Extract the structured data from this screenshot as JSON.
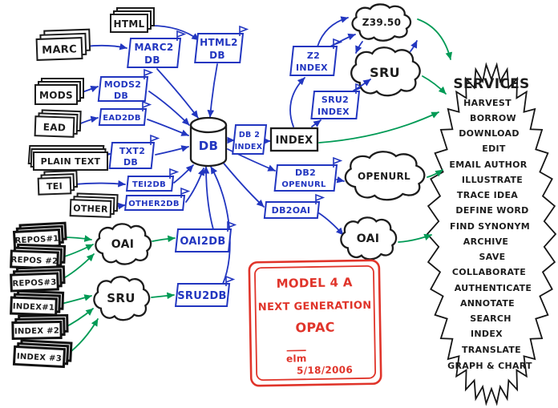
{
  "sources": {
    "html": "HTML",
    "marc": "MARC",
    "mods": "MODS",
    "ead": "EAD",
    "plain_text": "PLAIN TEXT",
    "tei": "TEI",
    "other": "OTHER",
    "repos1": "REPOS#1",
    "repos2": "REPOS #2",
    "repos3": "REPOS#3",
    "index1": "INDEX#1",
    "index2": "INDEX #2",
    "index3": "INDEX #3"
  },
  "transforms": {
    "marc2db": {
      "line1": "MARC2",
      "line2": "DB"
    },
    "html2db": {
      "line1": "HTML2",
      "line2": "DB"
    },
    "mods2db": {
      "line1": "MODS2",
      "line2": "DB"
    },
    "ead2db": {
      "line1": "EAD2DB"
    },
    "txt2db": {
      "line1": "TXT2",
      "line2": "DB"
    },
    "tei2db": {
      "line1": "TEI2DB"
    },
    "other2db": {
      "line1": "OTHER2DB"
    },
    "z2index": {
      "line1": "Z2",
      "line2": "INDEX"
    },
    "sru2index": {
      "line1": "SRU2",
      "line2": "INDEX"
    },
    "db2index": {
      "line1": "DB 2",
      "line2": "INDEX"
    },
    "db2openurl": {
      "line1": "DB2",
      "line2": "OPENURL"
    },
    "db2oai": {
      "line1": "DB2OAI"
    },
    "oai2db": {
      "line1": "OAI2DB"
    },
    "sru2db": {
      "line1": "SRU2DB"
    }
  },
  "core": {
    "db": "DB",
    "index": "INDEX"
  },
  "clouds": {
    "z3950": "Z39.50",
    "sru_right": "SRU",
    "openurl": "OPENURL",
    "oai_right": "OAI",
    "oai_left": "OAI",
    "sru_left": "SRU"
  },
  "services": {
    "title": "SERVICES",
    "items": [
      "HARVEST",
      "BORROW",
      "DOWNLOAD",
      "EDIT",
      "EMAIL AUTHOR",
      "ILLUSTRATE",
      "TRACE IDEA",
      "DEFINE WORD",
      "FIND SYNONYM",
      "ARCHIVE",
      "SAVE",
      "COLLABORATE",
      "AUTHENTICATE",
      "ANNOTATE",
      "SEARCH",
      "INDEX",
      "TRANSLATE",
      "GRAPH & CHART"
    ]
  },
  "callout": {
    "line1": "MODEL 4 A",
    "line2": "NEXT GENERATION",
    "line3": "OPAC",
    "signature": "elm",
    "date": "5/18/2006"
  },
  "colors": {
    "ink": "#1c1c1c",
    "blue": "#2236c0",
    "green": "#009a55",
    "red": "#e0342a"
  }
}
